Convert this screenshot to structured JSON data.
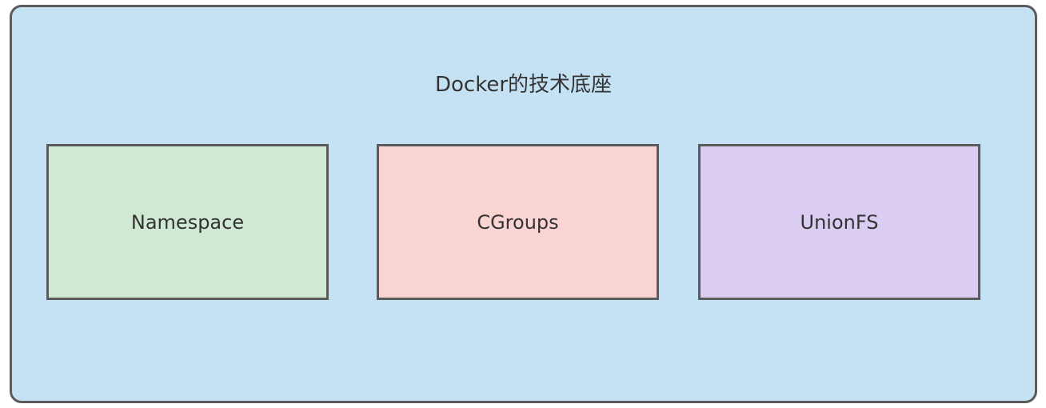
{
  "diagram": {
    "title": "Docker的技术底座",
    "components": [
      {
        "label": "Namespace",
        "color": "#d0e9d3"
      },
      {
        "label": "CGroups",
        "color": "#f9d4d3"
      },
      {
        "label": "UnionFS",
        "color": "#dbcdf2"
      }
    ],
    "container_color": "#c5e2f4",
    "border_color": "#5b5b5b"
  }
}
